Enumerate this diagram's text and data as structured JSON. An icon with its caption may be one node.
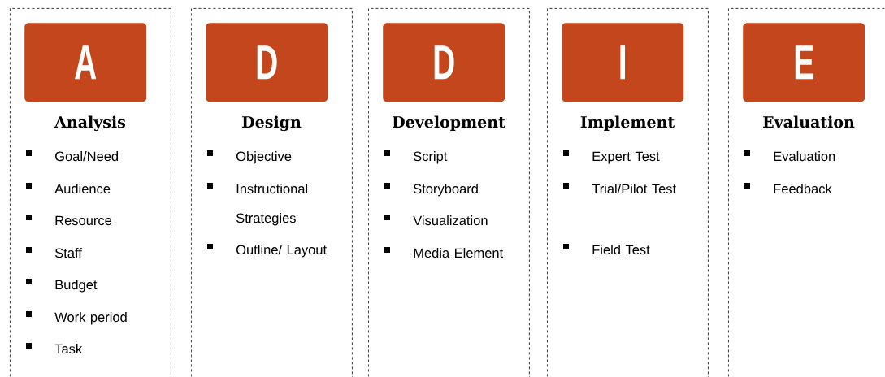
{
  "diagram": {
    "nodes": [
      {
        "text": [
          "Analysis",
          "Goal/Need",
          "Audience",
          "Resource",
          "Staff",
          "Budget",
          "Work period",
          "Task"
        ]
      },
      {
        "text": [
          "A"
        ],
        "in": 0
      },
      {
        "text": [
          "Design",
          "Objective",
          "Instructional Strategies",
          "Outline/ Layout"
        ]
      },
      {
        "text": [
          "D"
        ],
        "in": 2
      },
      {
        "text": [
          "Development",
          "Script",
          "Storyboard",
          "Visualization",
          "Media Element"
        ]
      },
      {
        "text": [
          "D"
        ],
        "in": 4
      },
      {
        "text": [
          "Implement",
          "Expert Test",
          "Trial/Pilot Test",
          "Field Test"
        ]
      },
      {
        "text": [
          "I"
        ],
        "in": 6
      },
      {
        "text": [
          "Evaluation",
          "Evaluation",
          "Feedback"
        ]
      },
      {
        "text": [
          "E"
        ],
        "in": 8
      }
    ]
  }
}
